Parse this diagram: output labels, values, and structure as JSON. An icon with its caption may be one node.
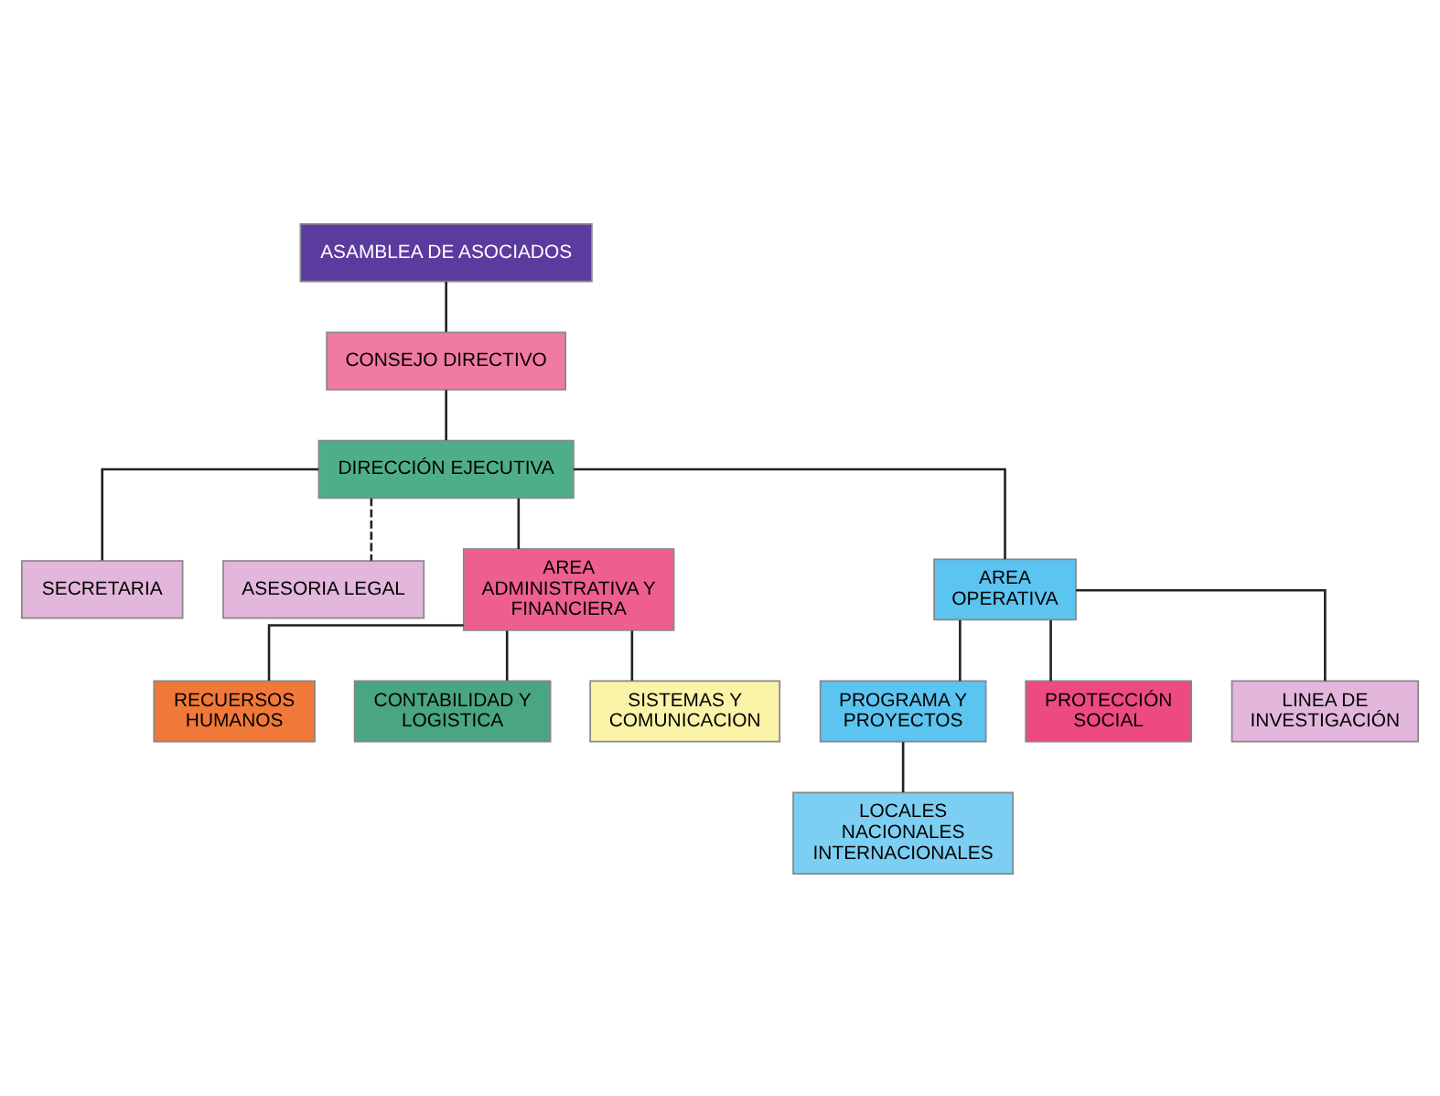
{
  "diagram": {
    "nodes": [
      {
        "text": [
          "ASAMBLEA DE ASOCIADOS"
        ]
      },
      {
        "text": [
          "CONSEJO DIRECTIVO"
        ]
      },
      {
        "text": [
          "DIRECCIÓN EJECUTIVA"
        ]
      },
      {
        "text": [
          "SECRETARIA"
        ]
      },
      {
        "text": [
          "ASESORIA LEGAL"
        ]
      },
      {
        "text": [
          "AREA ADMINISTRATIVA Y FINANCIERA"
        ]
      },
      {
        "text": [
          "AREA OPERATIVA"
        ]
      },
      {
        "text": [
          "RECUERSOS HUMANOS"
        ]
      },
      {
        "text": [
          "CONTABILIDAD Y LOGISTICA"
        ]
      },
      {
        "text": [
          "SISTEMAS Y COMUNICACION"
        ]
      },
      {
        "text": [
          "PROGRAMA Y PROYECTOS"
        ]
      },
      {
        "text": [
          "PROTECCIÓN SOCIAL"
        ]
      },
      {
        "text": [
          "LINEA DE INVESTIGACIÓN"
        ]
      },
      {
        "text": [
          "LOCALES NACIONALES INTERNACIONALES"
        ]
      }
    ],
    "edges": [
      {
        "from": 0,
        "to": 1,
        "arrow": "none"
      },
      {
        "from": 1,
        "to": 2,
        "arrow": "none"
      },
      {
        "from": 2,
        "to": 3,
        "arrow": "none"
      },
      {
        "from": 2,
        "to": 4,
        "arrow": "none",
        "style": "dashed"
      },
      {
        "from": 2,
        "to": 5,
        "arrow": "none"
      },
      {
        "from": 2,
        "to": 6,
        "arrow": "none"
      },
      {
        "from": 5,
        "to": 7,
        "arrow": "none"
      },
      {
        "from": 5,
        "to": 8,
        "arrow": "none"
      },
      {
        "from": 5,
        "to": 9,
        "arrow": "none"
      },
      {
        "from": 6,
        "to": 10,
        "arrow": "none"
      },
      {
        "from": 6,
        "to": 11,
        "arrow": "none"
      },
      {
        "from": 6,
        "to": 12,
        "arrow": "none"
      },
      {
        "from": 10,
        "to": 13,
        "arrow": "none"
      }
    ]
  }
}
